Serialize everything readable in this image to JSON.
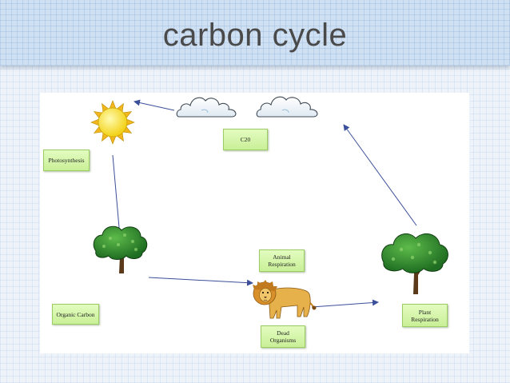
{
  "title": "carbon cycle",
  "diagram": {
    "nodes": {
      "c20": "C20",
      "photosynthesis": "Photosynthesis",
      "animal_respiration": "Animal\nRespiration",
      "organic_carbon": "Organic Carbon",
      "dead_organisms": "Dead\nOrganisms",
      "plant_respiration": "Plant\nRespiration"
    },
    "icons": [
      "sun-icon",
      "cloud-icon",
      "cloud-icon",
      "tree-icon",
      "lion-icon",
      "tree-icon"
    ],
    "colors": {
      "label_fill": "#d6f5a9",
      "label_border": "#9ccd62",
      "arrow": "#3b4f9a"
    }
  }
}
